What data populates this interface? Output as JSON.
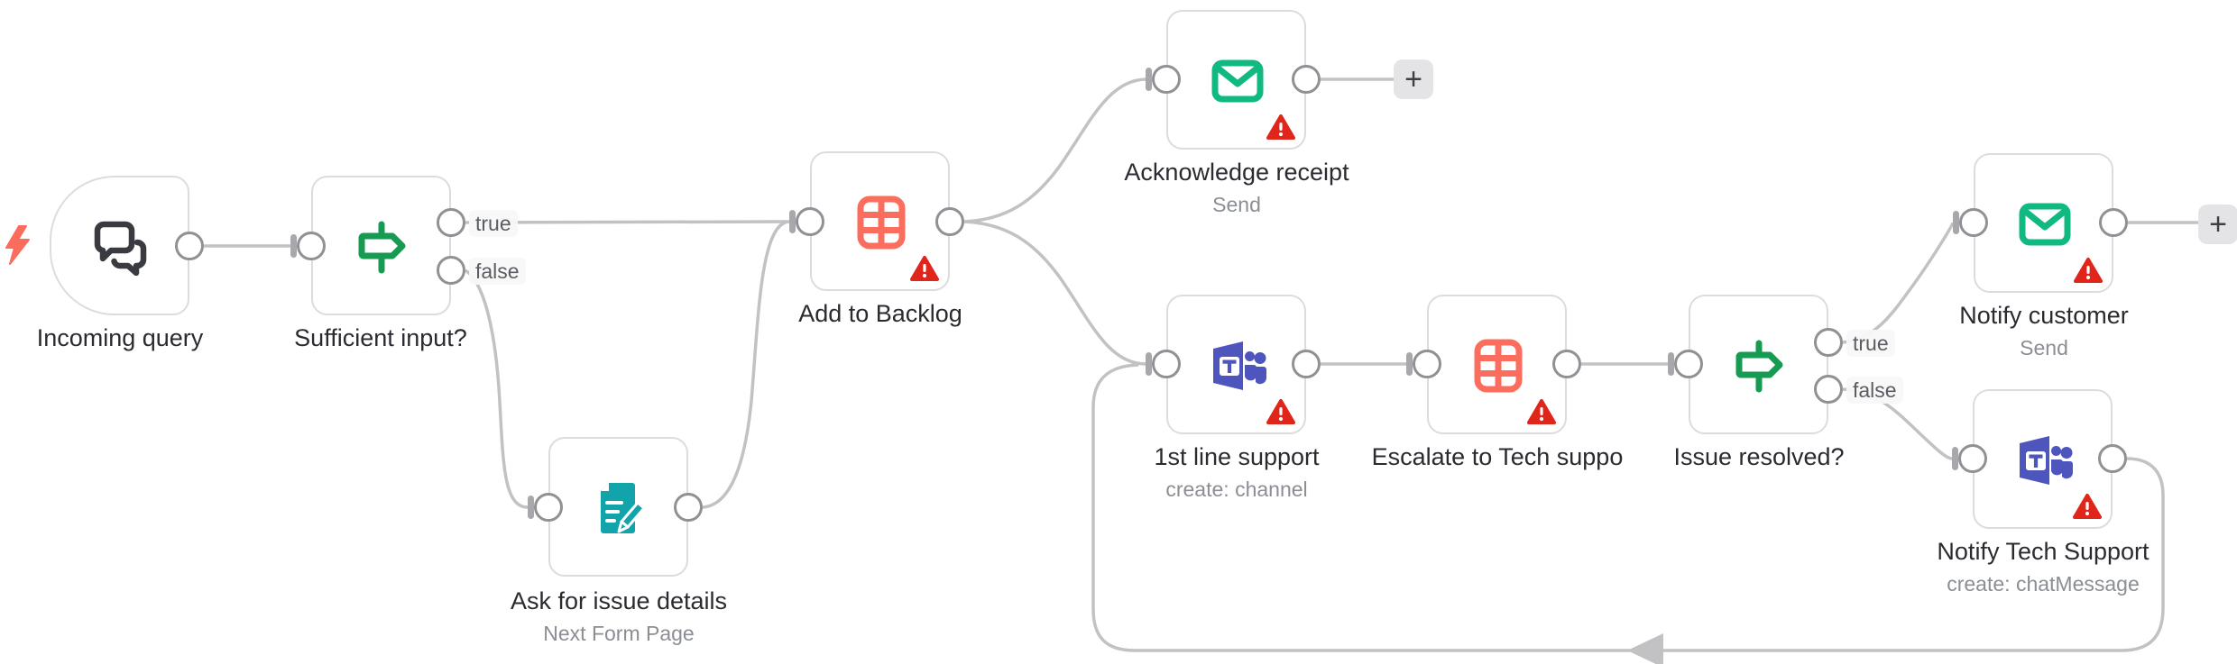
{
  "workflow": {
    "nodes": [
      {
        "title": "Incoming query",
        "subtitle": "",
        "icon": "chat-icon",
        "has_warning": false,
        "is_trigger": true
      },
      {
        "title": "Sufficient input?",
        "subtitle": "",
        "icon": "signpost-icon",
        "has_warning": false,
        "outputs": [
          "true",
          "false"
        ]
      },
      {
        "title": "Ask for issue details",
        "subtitle": "Next Form Page",
        "icon": "form-icon",
        "has_warning": false
      },
      {
        "title": "Add to Backlog",
        "subtitle": "",
        "icon": "table-icon",
        "has_warning": true
      },
      {
        "title": "Acknowledge receipt",
        "subtitle": "Send",
        "icon": "email-icon",
        "has_warning": true
      },
      {
        "title": "1st line support",
        "subtitle": "create: channel",
        "icon": "teams-icon",
        "has_warning": true
      },
      {
        "title": "Escalate to Tech suppo",
        "subtitle": "",
        "icon": "table-icon",
        "has_warning": true
      },
      {
        "title": "Issue resolved?",
        "subtitle": "",
        "icon": "signpost-icon",
        "has_warning": false,
        "outputs": [
          "true",
          "false"
        ]
      },
      {
        "title": "Notify customer",
        "subtitle": "Send",
        "icon": "email-icon",
        "has_warning": true
      },
      {
        "title": "Notify Tech Support",
        "subtitle": "create: chatMessage",
        "icon": "teams-icon",
        "has_warning": true
      }
    ],
    "branch_labels": {
      "true": "true",
      "false": "false"
    },
    "add_button_label": "+",
    "colors": {
      "chat_icon": "#3a3b41",
      "signpost_icon": "#179a52",
      "form_icon": "#11a5ab",
      "table_icon": "#fb6d5d",
      "email_icon": "#10b981",
      "teams_icon": "#4e56be",
      "warning": "#e0261b",
      "trigger_bolt": "#fb6c5c",
      "connection": "#c2c2c5",
      "node_border": "#dcdce0"
    }
  }
}
